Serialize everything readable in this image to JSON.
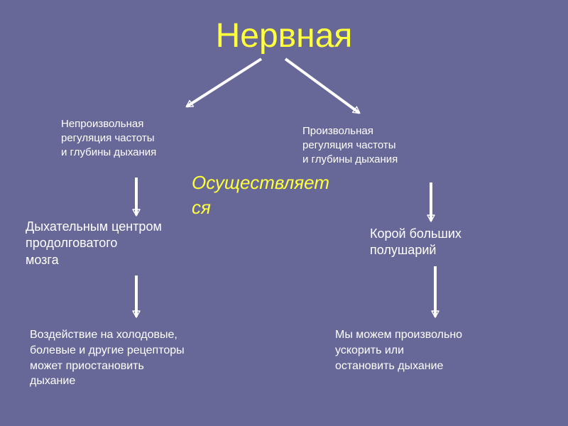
{
  "title": "Нервная",
  "nodes": {
    "involuntary": "Непроизвольная\nрегуляция частоты\nи глубины дыхания",
    "voluntary": "Произвольная\nрегуляция частоты\nи глубины дыхания",
    "performed_by": "Осуществляет\nся",
    "respiratory_center": "Дыхательным центром\nпродолговатого\nмозга",
    "cortex": "Корой больших\n полушарий",
    "receptor_effect": "Воздействие на холодовые,\nболевые и другие рецепторы\nможет приостановить\nдыхание",
    "voluntary_effect": "Мы можем произвольно\nускорить или\nостановить дыхание"
  },
  "colors": {
    "background": "#676897",
    "title": "#ffff3c",
    "text": "#ffffff",
    "arrow": "#ffffff"
  }
}
